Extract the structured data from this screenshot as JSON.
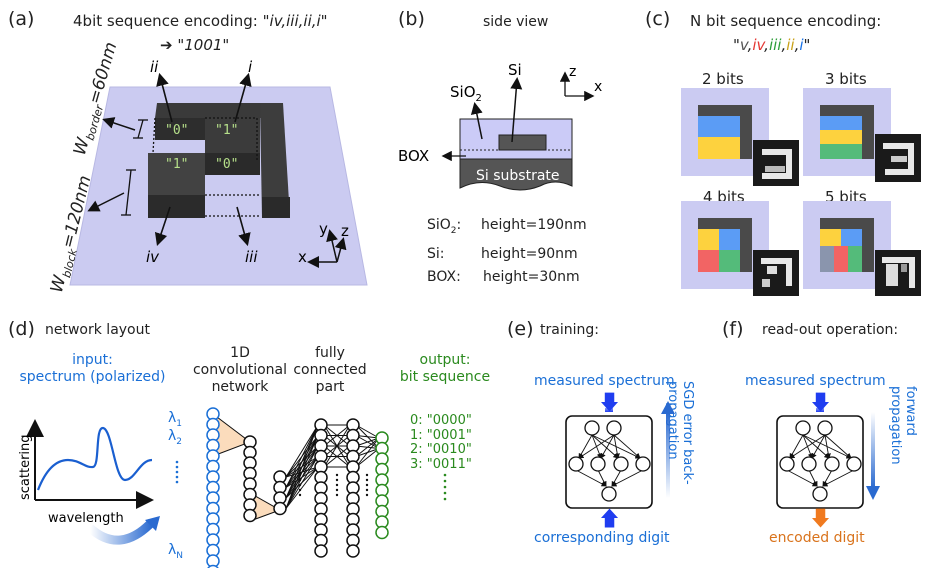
{
  "panel_a": {
    "label": "(a)",
    "title_prefix": "4bit sequence encoding: ",
    "title_seq": "\"iv,iii,ii,i\"",
    "result_arrow": "➔",
    "result": "\"1001\"",
    "bits": [
      {
        "roman": "ii",
        "value": "\"0\""
      },
      {
        "roman": "i",
        "value": "\"1\""
      },
      {
        "roman": "iv",
        "value": "\"1\""
      },
      {
        "roman": "iii",
        "value": "\"0\""
      }
    ],
    "w_border_main": "W",
    "w_border_sub": "border",
    "w_border_val": "=60nm",
    "w_block_main": "W",
    "w_block_sub": "block",
    "w_block_val": "=120nm",
    "axes": {
      "x": "x",
      "y": "y",
      "z": "z"
    }
  },
  "panel_b": {
    "label": "(b)",
    "title": "side view",
    "sio2_label": "SiO",
    "sio2_sub": "2",
    "si_label": "Si",
    "box_label": "BOX",
    "substrate_label": "Si substrate",
    "axes": {
      "z": "z",
      "x": "x"
    },
    "specs": [
      {
        "name": "SiO",
        "sub": "2",
        "colon": ":",
        "value": "height=190nm"
      },
      {
        "name": "Si",
        "sub": "",
        "colon": ":",
        "value": "height=90nm"
      },
      {
        "name": "BOX",
        "sub": "",
        "colon": ":",
        "value": "height=30nm"
      }
    ]
  },
  "panel_c": {
    "label": "(c)",
    "title": "N bit sequence encoding:",
    "seq_open": "\"",
    "seq_close": "\"",
    "seq": [
      {
        "text": "v",
        "color": "#555555"
      },
      {
        "text": "iv",
        "color": "#e53935"
      },
      {
        "text": "iii",
        "color": "#2e9e3a"
      },
      {
        "text": "ii",
        "color": "#c9a21a"
      },
      {
        "text": "i",
        "color": "#1a73e8"
      }
    ],
    "cells": [
      {
        "title": "2 bits"
      },
      {
        "title": "3 bits"
      },
      {
        "title": "4 bits"
      },
      {
        "title": "5 bits"
      }
    ],
    "colors": {
      "blue": "#5b9cf5",
      "yellow": "#fdd23e",
      "green": "#54bb7a",
      "red": "#f26464",
      "gray": "#8a95ad",
      "frame": "#4a4a4a",
      "substrate": "#cbcbf2"
    }
  },
  "panel_d": {
    "label": "(d)",
    "title": "network layout",
    "input_line1": "input:",
    "input_line2": "spectrum (polarized)",
    "conv_line1": "1D",
    "conv_line2": "convolutional",
    "conv_line3": "network",
    "fc_line1": "fully",
    "fc_line2": "connected",
    "fc_line3": "part",
    "output_line1": "output:",
    "output_line2": "bit sequence",
    "lambda_1": "λ",
    "lambda_1_sub": "1",
    "lambda_2": "λ",
    "lambda_2_sub": "2",
    "lambda_n": "λ",
    "lambda_n_sub": "N",
    "plot_ylabel": "scattering",
    "plot_xlabel": "wavelength",
    "outputs": [
      "0: \"0000\"",
      "1: \"0001\"",
      "2: \"0010\"",
      "3: \"0011\""
    ]
  },
  "panel_e": {
    "label": "(e)",
    "title": "training:",
    "top": "measured spectrum",
    "bottom": "corresponding digit",
    "side_line1": "SGD error back-",
    "side_line2": "propagation"
  },
  "panel_f": {
    "label": "(f)",
    "title": "read-out operation:",
    "top": "measured spectrum",
    "bottom": "encoded digit",
    "side_line1": "forward",
    "side_line2": "propagation"
  }
}
